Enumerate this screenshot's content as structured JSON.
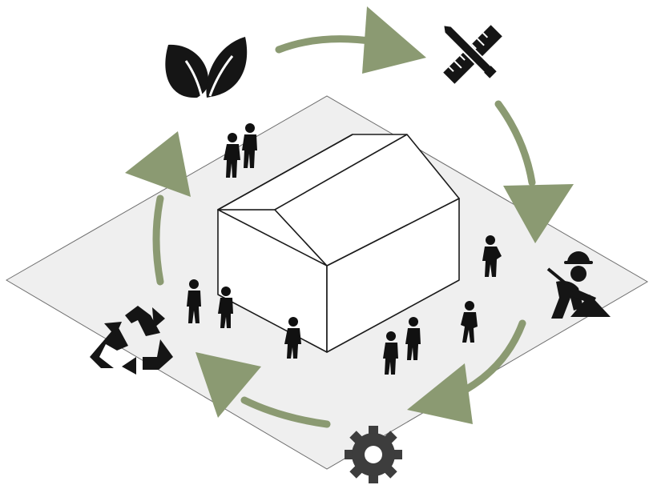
{
  "colors": {
    "background": "#ffffff",
    "ground": "#efefef",
    "ground_edge": "#6e6e6e",
    "house_fill": "#ffffff",
    "house_stroke": "#1b1b1b",
    "cycle_arrow": "#8b9a72",
    "icon_black": "#151515",
    "gear": "#3d3d3d",
    "people": "#111111"
  },
  "cycle": {
    "stages": [
      {
        "icon": "leaf-icon",
        "meaning": "raw materials"
      },
      {
        "icon": "pencil-ruler-icon",
        "meaning": "design"
      },
      {
        "icon": "construction-worker-icon",
        "meaning": "construction"
      },
      {
        "icon": "gear-icon",
        "meaning": "operation"
      },
      {
        "icon": "recycle-icon",
        "meaning": "recycling"
      }
    ]
  }
}
